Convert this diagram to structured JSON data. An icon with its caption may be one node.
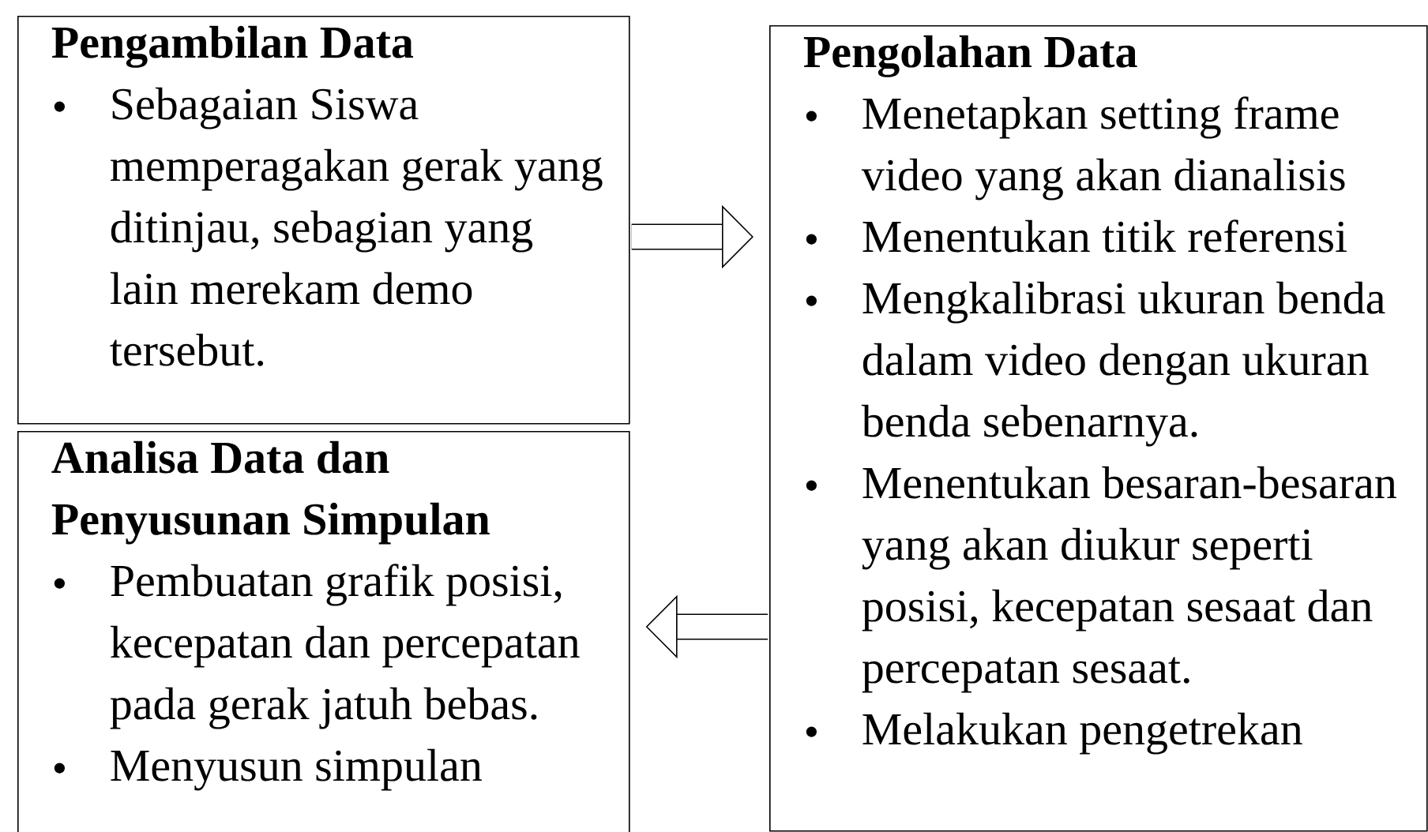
{
  "diagram": {
    "nodes": [
      {
        "text": [
          "Pengambilan Data",
          "Sebagaian Siswa memperagakan gerak yang ditinjau, sebagian yang lain merekam demo tersebut."
        ]
      },
      {
        "text": [
          "Pengolahan Data",
          "Menetapkan setting frame video yang akan dianalisis",
          "Menentukan titik referensi",
          "Mengkalibrasi ukuran benda dalam video dengan ukuran benda sebenarnya.",
          "Menentukan besaran-besaran yang akan diukur seperti posisi, kecepatan sesaat dan percepatan sesaat.",
          "Melakukan pengetrekan"
        ]
      },
      {
        "text": [
          "Analisa Data dan Penyusunan Simpulan",
          "Pembuatan grafik posisi, kecepatan dan percepatan pada gerak jatuh bebas.",
          "Menyusun simpulan"
        ]
      }
    ],
    "edges": [
      {
        "from": 0,
        "to": 1,
        "arrow": "to"
      },
      {
        "from": 1,
        "to": 2,
        "arrow": "to"
      }
    ]
  }
}
